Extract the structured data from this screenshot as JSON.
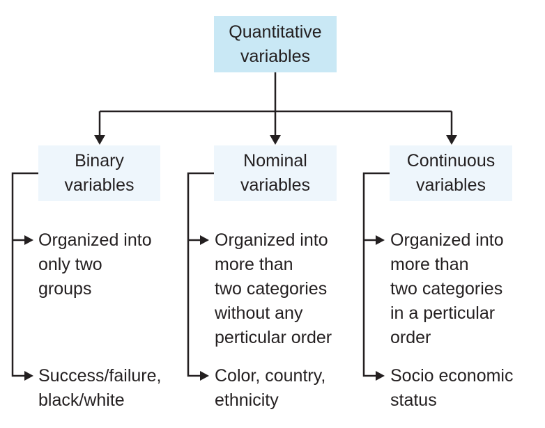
{
  "root": {
    "line1": "Quantitative",
    "line2": "variables"
  },
  "children": [
    {
      "line1": "Binary",
      "line2": "variables",
      "description": [
        "Organized into",
        "only two",
        "groups"
      ],
      "examples": [
        "Success/failure,",
        "black/white"
      ]
    },
    {
      "line1": "Nominal",
      "line2": "variables",
      "description": [
        "Organized into",
        "more than",
        "two categories",
        "without any",
        "perticular order"
      ],
      "examples": [
        "Color, country,",
        "ethnicity"
      ]
    },
    {
      "line1": "Continuous",
      "line2": "variables",
      "description": [
        "Organized into",
        "more than",
        "two categories",
        "in a perticular",
        "order"
      ],
      "examples": [
        "Socio economic",
        "status"
      ]
    }
  ],
  "colors": {
    "root_fill": "#c9e8f5",
    "child_fill": "#eef6fc",
    "line": "#231f20"
  }
}
